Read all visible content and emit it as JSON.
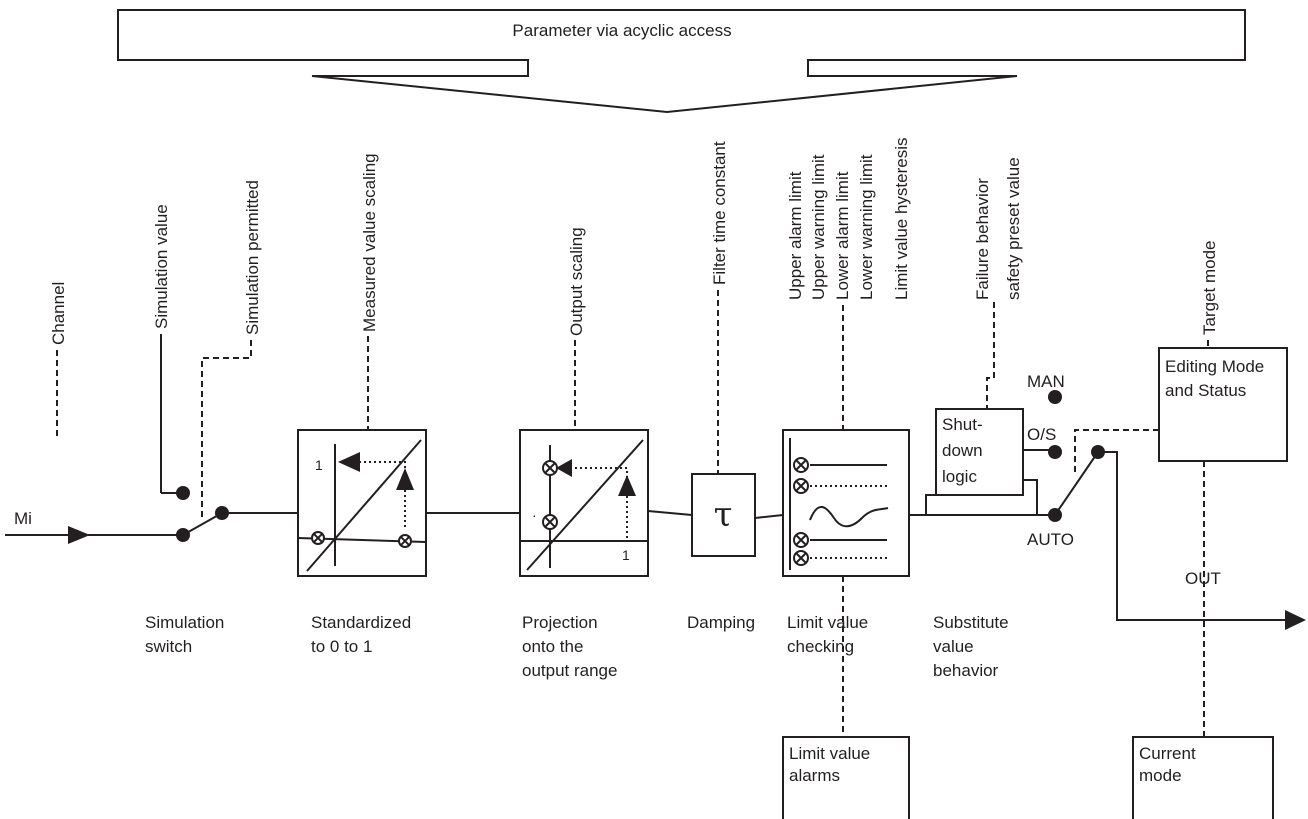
{
  "header": {
    "title": "Parameter via acyclic access"
  },
  "inputs": {
    "channel": "Channel",
    "mi": "Mi"
  },
  "params": {
    "simulation_value": "Simulation value",
    "simulation_permitted": "Simulation permitted",
    "measured_value_scaling": "Measured value scaling",
    "output_scaling": "Output scaling",
    "filter_time_constant": "Filter time constant",
    "limits": [
      "Upper alarm limit",
      "Upper warning limit",
      "Lower alarm limit",
      "Lower warning limit",
      "Limit value hysteresis"
    ],
    "failure": [
      "Failure behavior",
      "safety preset value"
    ],
    "target_mode": "Target mode"
  },
  "blocks": {
    "scaling_one": "1",
    "output_one": "1",
    "tau": "τ",
    "shutdown": [
      "Shut-",
      "down",
      "logic"
    ],
    "editing": [
      "Editing Mode",
      "and Status"
    ],
    "limit_alarms": [
      "Limit value",
      "alarms"
    ],
    "current_mode": [
      "Current",
      "mode"
    ]
  },
  "modes": {
    "man": "MAN",
    "os": "O/S",
    "auto": "AUTO",
    "out": "OUT"
  },
  "captions": {
    "simulation_switch": [
      "Simulation",
      "switch"
    ],
    "standardized": [
      "Standardized",
      "to 0 to 1"
    ],
    "projection": [
      "Projection",
      "onto the",
      "output range"
    ],
    "damping": [
      "Damping"
    ],
    "limit_checking": [
      "Limit value",
      "checking"
    ],
    "substitute": [
      "Substitute",
      "value",
      "behavior"
    ]
  }
}
